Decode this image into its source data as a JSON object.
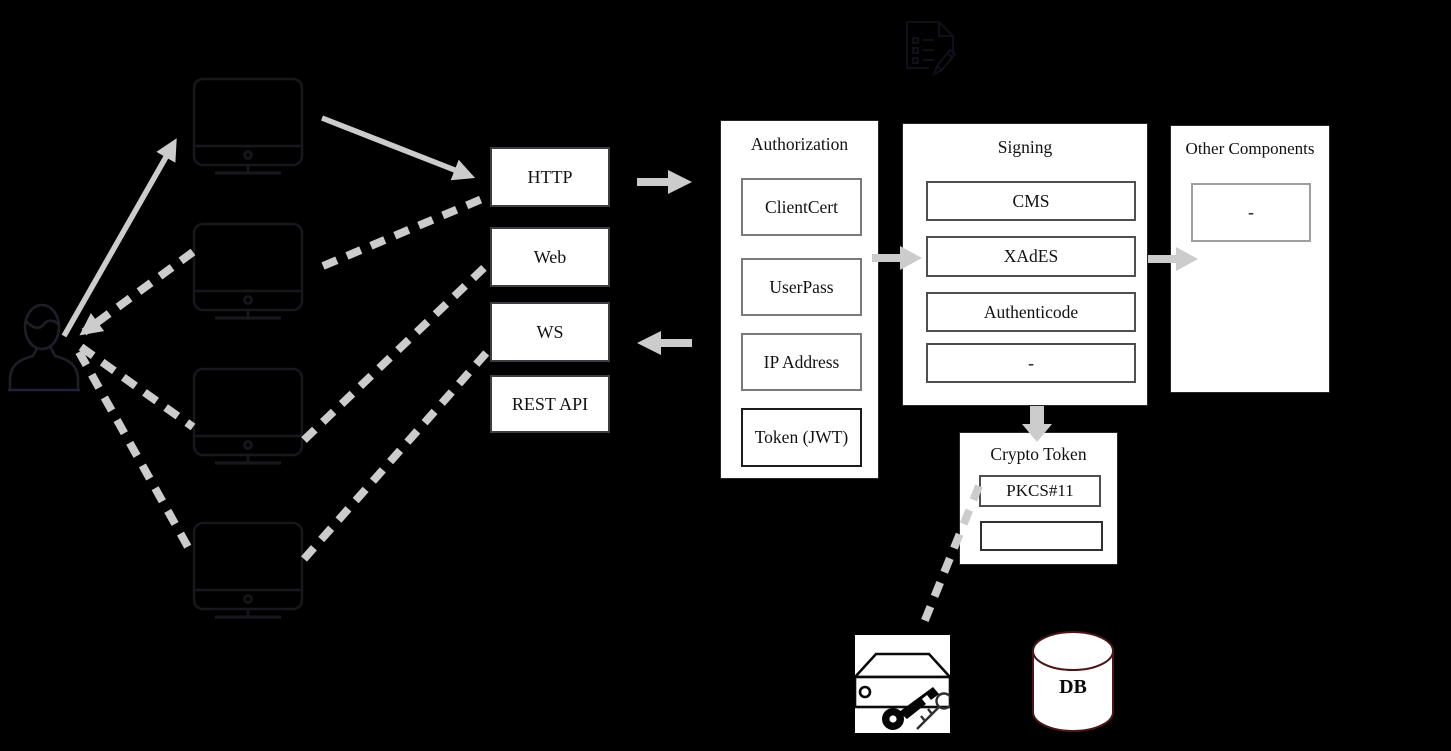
{
  "client": {
    "user": "user",
    "device_count": 4
  },
  "protocols": {
    "items": [
      {
        "label": "HTTP"
      },
      {
        "label": "Web"
      },
      {
        "label": "WS"
      },
      {
        "label": "REST API"
      }
    ]
  },
  "authorization": {
    "title": "Authorization",
    "items": [
      {
        "label": "ClientCert"
      },
      {
        "label": "UserPass"
      },
      {
        "label": "IP Address"
      },
      {
        "label": "Token (JWT)"
      }
    ]
  },
  "signing": {
    "title": "Signing",
    "items": [
      {
        "label": "CMS"
      },
      {
        "label": "XAdES"
      },
      {
        "label": "Authenticode"
      },
      {
        "label": "-"
      }
    ]
  },
  "other_components": {
    "title": "Other Components",
    "items": [
      {
        "label": "-"
      }
    ]
  },
  "crypto_token": {
    "title": "Crypto Token",
    "items": [
      {
        "label": "PKCS#11"
      },
      {
        "label": ""
      }
    ]
  },
  "database": {
    "label": "DB"
  },
  "icons": {
    "user": "user-icon",
    "client_device": "imac-monitor-icon",
    "document_signing": "document-pencil-icon",
    "hsm": "hsm-keys-icon",
    "database": "database-cylinder-icon"
  },
  "colors": {
    "background": "#000000",
    "panel": "#ffffff",
    "connector": "#cccccc",
    "text": "#111111",
    "db_outline": "#4a1616"
  }
}
